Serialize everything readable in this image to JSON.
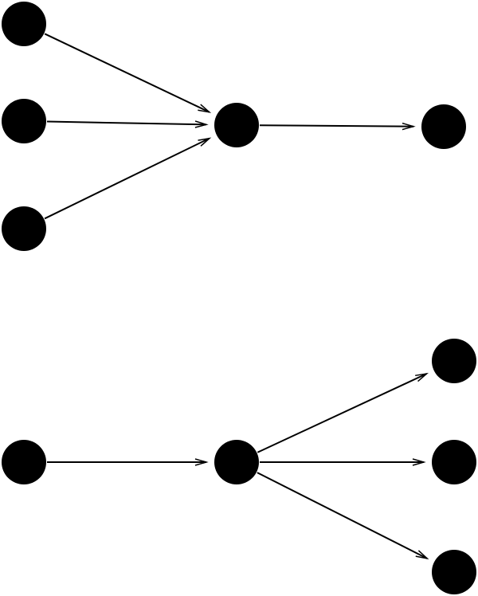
{
  "diagrams": [
    {
      "id": "fan-in",
      "nodes": [
        "a1",
        "a2",
        "a3",
        "b",
        "c"
      ],
      "edges": [
        [
          "a1",
          "b"
        ],
        [
          "a2",
          "b"
        ],
        [
          "a3",
          "b"
        ],
        [
          "b",
          "c"
        ]
      ]
    },
    {
      "id": "fan-out",
      "nodes": [
        "d",
        "e",
        "f1",
        "f2",
        "f3"
      ],
      "edges": [
        [
          "d",
          "e"
        ],
        [
          "e",
          "f1"
        ],
        [
          "e",
          "f2"
        ],
        [
          "e",
          "f3"
        ]
      ]
    }
  ],
  "colors": {
    "node": "#000000",
    "edge": "#000000",
    "background": "#ffffff"
  }
}
